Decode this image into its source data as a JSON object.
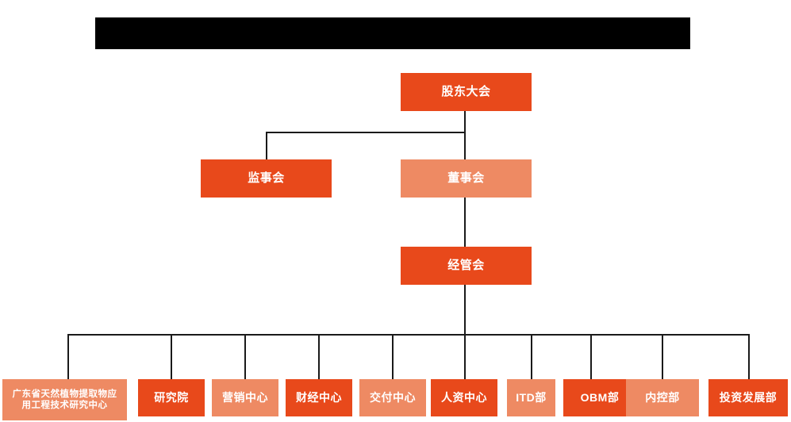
{
  "page": {
    "title_bar": {
      "name": "redacted-title-bar",
      "text": ""
    },
    "background_color": "#FFFFFF"
  },
  "theme": {
    "color_dark_orange": "#E8491B",
    "color_light_orange": "#EE8A63",
    "color_line": "#1A1A1A",
    "color_text": "#FFFFFF",
    "color_redaction": "#000000"
  },
  "chart_data": {
    "type": "diagram",
    "diagram_kind": "organization-chart",
    "title": "",
    "orientation": "top-down",
    "levels": [
      {
        "level": 1,
        "nodes": [
          {
            "id": "shareholders",
            "label": "股东大会",
            "tone": "dark"
          }
        ]
      },
      {
        "level": 2,
        "nodes": [
          {
            "id": "supervisors",
            "label": "监事会",
            "tone": "dark"
          },
          {
            "id": "directors",
            "label": "董事会",
            "tone": "light"
          }
        ]
      },
      {
        "level": 3,
        "nodes": [
          {
            "id": "management",
            "label": "经管会",
            "tone": "dark"
          }
        ]
      },
      {
        "level": 4,
        "nodes": [
          {
            "id": "research-center",
            "label": "广东省天然植物提取物应用工程技术研究中心",
            "label_line1": "广东省天然植物提取物应",
            "label_line2": "用工程技术研究中心",
            "tone": "light"
          },
          {
            "id": "institute",
            "label": "研究院",
            "tone": "dark"
          },
          {
            "id": "marketing-center",
            "label": "营销中心",
            "tone": "light"
          },
          {
            "id": "finance-center",
            "label": "财经中心",
            "tone": "dark"
          },
          {
            "id": "delivery-center",
            "label": "交付中心",
            "tone": "light"
          },
          {
            "id": "hr-center",
            "label": "人资中心",
            "tone": "dark"
          },
          {
            "id": "itd-department",
            "label": "ITD部",
            "tone": "light"
          },
          {
            "id": "obm-department",
            "label": "OBM部",
            "tone": "dark"
          },
          {
            "id": "internal-control-department",
            "label": "内控部",
            "tone": "light"
          },
          {
            "id": "investment-development-department",
            "label": "投资发展部",
            "tone": "dark"
          }
        ]
      }
    ],
    "edges": [
      {
        "from": "shareholders",
        "to": "supervisors"
      },
      {
        "from": "shareholders",
        "to": "directors"
      },
      {
        "from": "directors",
        "to": "management"
      },
      {
        "from": "management",
        "to": "research-center"
      },
      {
        "from": "management",
        "to": "institute"
      },
      {
        "from": "management",
        "to": "marketing-center"
      },
      {
        "from": "management",
        "to": "finance-center"
      },
      {
        "from": "management",
        "to": "delivery-center"
      },
      {
        "from": "management",
        "to": "hr-center"
      },
      {
        "from": "management",
        "to": "itd-department"
      },
      {
        "from": "management",
        "to": "obm-department"
      },
      {
        "from": "management",
        "to": "internal-control-department"
      },
      {
        "from": "management",
        "to": "investment-development-department"
      }
    ]
  }
}
